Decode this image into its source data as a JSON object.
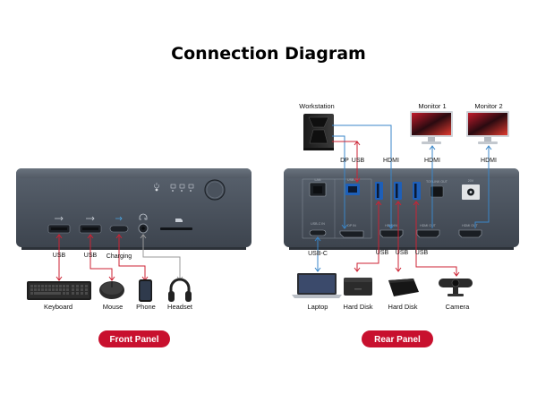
{
  "title": "Connection Diagram",
  "front": {
    "panel_label": "Front Panel",
    "conn_labels": [
      "USB",
      "USB",
      "Charging"
    ],
    "devices": [
      "Keyboard",
      "Mouse",
      "Phone",
      "Headset"
    ]
  },
  "rear": {
    "panel_label": "Rear Panel",
    "top_devices": [
      "Workstation",
      "Monitor 1",
      "Monitor 2"
    ],
    "top_conn_labels": [
      "DP",
      "USB",
      "HDMI",
      "HDMI",
      "HDMI"
    ],
    "bottom_conn_labels": [
      "USB-C",
      "USB",
      "USB",
      "USB"
    ],
    "bottom_devices": [
      "Laptop",
      "Hard Disk",
      "Hard Disk",
      "Camera"
    ],
    "port_labels": [
      "LAN",
      "USB-C IN",
      "DP IN",
      "HDMI IN",
      "USB IN",
      "TOSLINK OUT",
      "20V",
      "HDMI OUT",
      "HDMI OUT"
    ]
  },
  "colors": {
    "accent": "#c8102e",
    "usb_line": "#cc2233",
    "video_line": "#3a86c8",
    "analog_line": "#999999",
    "dock_body": "#4c5561"
  },
  "icons": [
    "usb-icon",
    "usb3-icon",
    "headphone-jack-icon",
    "sd-card-icon",
    "power-button-icon",
    "led-indicator-icon"
  ]
}
